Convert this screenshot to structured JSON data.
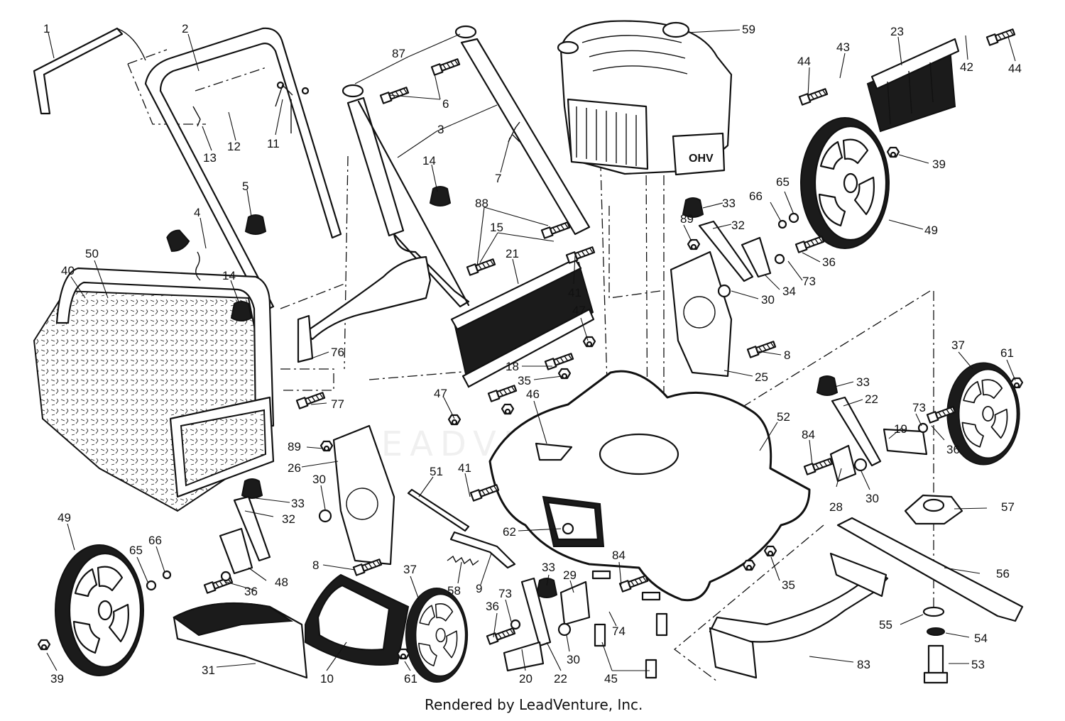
{
  "diagram": {
    "credit": "Rendered by LeadVenture, Inc.",
    "watermark": "LEADVENTURE",
    "engine_badge": "OHV",
    "labels": [
      {
        "id": "lbl-1",
        "text": "1"
      },
      {
        "id": "lbl-2",
        "text": "2"
      },
      {
        "id": "lbl-87",
        "text": "87"
      },
      {
        "id": "lbl-59",
        "text": "59"
      },
      {
        "id": "lbl-23",
        "text": "23"
      },
      {
        "id": "lbl-43",
        "text": "43"
      },
      {
        "id": "lbl-44a",
        "text": "44"
      },
      {
        "id": "lbl-42",
        "text": "42"
      },
      {
        "id": "lbl-44b",
        "text": "44"
      },
      {
        "id": "lbl-6",
        "text": "6"
      },
      {
        "id": "lbl-3",
        "text": "3"
      },
      {
        "id": "lbl-11",
        "text": "11"
      },
      {
        "id": "lbl-13",
        "text": "13"
      },
      {
        "id": "lbl-12",
        "text": "12"
      },
      {
        "id": "lbl-7",
        "text": "7"
      },
      {
        "id": "lbl-39a",
        "text": "39"
      },
      {
        "id": "lbl-14a",
        "text": "14"
      },
      {
        "id": "lbl-5",
        "text": "5"
      },
      {
        "id": "lbl-33a",
        "text": "33"
      },
      {
        "id": "lbl-66a",
        "text": "66"
      },
      {
        "id": "lbl-65a",
        "text": "65"
      },
      {
        "id": "lbl-4",
        "text": "4"
      },
      {
        "id": "lbl-88",
        "text": "88"
      },
      {
        "id": "lbl-89a",
        "text": "89"
      },
      {
        "id": "lbl-32a",
        "text": "32"
      },
      {
        "id": "lbl-49a",
        "text": "49"
      },
      {
        "id": "lbl-15",
        "text": "15"
      },
      {
        "id": "lbl-50",
        "text": "50"
      },
      {
        "id": "lbl-40",
        "text": "40"
      },
      {
        "id": "lbl-21",
        "text": "21"
      },
      {
        "id": "lbl-36a",
        "text": "36"
      },
      {
        "id": "lbl-73a",
        "text": "73"
      },
      {
        "id": "lbl-34",
        "text": "34"
      },
      {
        "id": "lbl-14b",
        "text": "14"
      },
      {
        "id": "lbl-41a",
        "text": "41"
      },
      {
        "id": "lbl-30a",
        "text": "30"
      },
      {
        "id": "lbl-47a",
        "text": "47"
      },
      {
        "id": "lbl-76",
        "text": "76"
      },
      {
        "id": "lbl-8a",
        "text": "8"
      },
      {
        "id": "lbl-37a",
        "text": "37"
      },
      {
        "id": "lbl-61a",
        "text": "61"
      },
      {
        "id": "lbl-18",
        "text": "18"
      },
      {
        "id": "lbl-25",
        "text": "25"
      },
      {
        "id": "lbl-35a",
        "text": "35"
      },
      {
        "id": "lbl-33b",
        "text": "33"
      },
      {
        "id": "lbl-47b",
        "text": "47"
      },
      {
        "id": "lbl-46",
        "text": "46"
      },
      {
        "id": "lbl-22a",
        "text": "22"
      },
      {
        "id": "lbl-77",
        "text": "77"
      },
      {
        "id": "lbl-73b",
        "text": "73"
      },
      {
        "id": "lbl-19",
        "text": "19"
      },
      {
        "id": "lbl-52",
        "text": "52"
      },
      {
        "id": "lbl-89b",
        "text": "89"
      },
      {
        "id": "lbl-84a",
        "text": "84"
      },
      {
        "id": "lbl-36b",
        "text": "36"
      },
      {
        "id": "lbl-26",
        "text": "26"
      },
      {
        "id": "lbl-51",
        "text": "51"
      },
      {
        "id": "lbl-41b",
        "text": "41"
      },
      {
        "id": "lbl-30b",
        "text": "30"
      },
      {
        "id": "lbl-28",
        "text": "28"
      },
      {
        "id": "lbl-33c",
        "text": "33"
      },
      {
        "id": "lbl-30c",
        "text": "30"
      },
      {
        "id": "lbl-57",
        "text": "57"
      },
      {
        "id": "lbl-49b",
        "text": "49"
      },
      {
        "id": "lbl-32b",
        "text": "32"
      },
      {
        "id": "lbl-62",
        "text": "62"
      },
      {
        "id": "lbl-65b",
        "text": "65"
      },
      {
        "id": "lbl-66b",
        "text": "66"
      },
      {
        "id": "lbl-48",
        "text": "48"
      },
      {
        "id": "lbl-8b",
        "text": "8"
      },
      {
        "id": "lbl-37b",
        "text": "37"
      },
      {
        "id": "lbl-33d",
        "text": "33"
      },
      {
        "id": "lbl-84b",
        "text": "84"
      },
      {
        "id": "lbl-35b",
        "text": "35"
      },
      {
        "id": "lbl-56",
        "text": "56"
      },
      {
        "id": "lbl-73c",
        "text": "73"
      },
      {
        "id": "lbl-36c",
        "text": "36"
      },
      {
        "id": "lbl-58",
        "text": "58"
      },
      {
        "id": "lbl-9",
        "text": "9"
      },
      {
        "id": "lbl-29",
        "text": "29"
      },
      {
        "id": "lbl-36d",
        "text": "36"
      },
      {
        "id": "lbl-74",
        "text": "74"
      },
      {
        "id": "lbl-55",
        "text": "55"
      },
      {
        "id": "lbl-54",
        "text": "54"
      },
      {
        "id": "lbl-31",
        "text": "31"
      },
      {
        "id": "lbl-10",
        "text": "10"
      },
      {
        "id": "lbl-30d",
        "text": "30"
      },
      {
        "id": "lbl-83",
        "text": "83"
      },
      {
        "id": "lbl-53",
        "text": "53"
      },
      {
        "id": "lbl-39b",
        "text": "39"
      },
      {
        "id": "lbl-61b",
        "text": "61"
      },
      {
        "id": "lbl-20",
        "text": "20"
      },
      {
        "id": "lbl-22b",
        "text": "22"
      },
      {
        "id": "lbl-45",
        "text": "45"
      }
    ]
  }
}
